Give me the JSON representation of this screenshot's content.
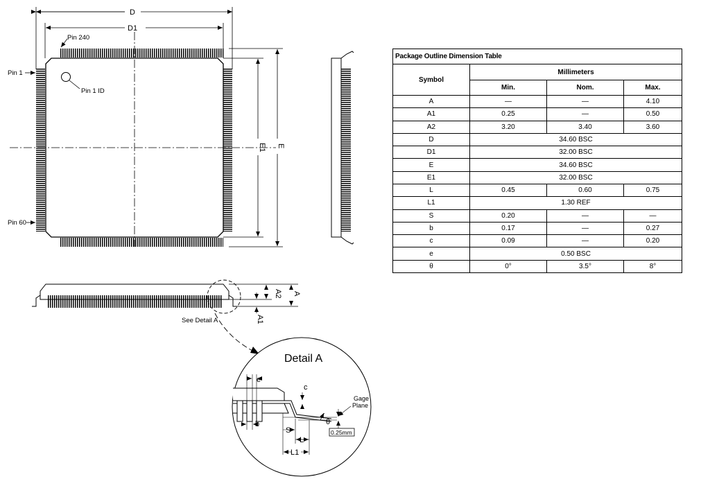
{
  "top_view": {
    "dim_D": "D",
    "dim_D1": "D1",
    "dim_E": "E",
    "dim_E1": "E1",
    "pin1": "Pin 1",
    "pin240": "Pin 240",
    "pin60": "Pin 60",
    "pin1_id": "Pin 1 ID"
  },
  "side_view": {
    "dim_A": "A",
    "dim_A2": "A2",
    "dim_A1": "A1",
    "see_detail": "See Detail A"
  },
  "detail": {
    "title": "Detail A",
    "e": "e",
    "c": "c",
    "b": "b",
    "s": "S",
    "l": "L",
    "l1": "L1",
    "theta": "θ",
    "gage_line1": "Gage",
    "gage_line2": "Plane",
    "gage_dim": "0.25mm"
  },
  "table": {
    "title": "Package Outline Dimension Table",
    "symbol_header": "Symbol",
    "unit_header": "Millimeters",
    "min_header": "Min.",
    "nom_header": "Nom.",
    "max_header": "Max.",
    "rows": [
      {
        "sym": "A",
        "min": "—",
        "nom": "—",
        "max": "4.10"
      },
      {
        "sym": "A1",
        "min": "0.25",
        "nom": "—",
        "max": "0.50"
      },
      {
        "sym": "A2",
        "min": "3.20",
        "nom": "3.40",
        "max": "3.60"
      },
      {
        "sym": "D",
        "span": "34.60 BSC"
      },
      {
        "sym": "D1",
        "span": "32.00 BSC"
      },
      {
        "sym": "E",
        "span": "34.60 BSC"
      },
      {
        "sym": "E1",
        "span": "32.00 BSC"
      },
      {
        "sym": "L",
        "min": "0.45",
        "nom": "0.60",
        "max": "0.75"
      },
      {
        "sym": "L1",
        "span": "1.30 REF"
      },
      {
        "sym": "S",
        "min": "0.20",
        "nom": "—",
        "max": "—"
      },
      {
        "sym": "b",
        "min": "0.17",
        "nom": "—",
        "max": "0.27"
      },
      {
        "sym": "c",
        "min": "0.09",
        "nom": "—",
        "max": "0.20"
      },
      {
        "sym": "e",
        "span": "0.50 BSC"
      },
      {
        "sym": "θ",
        "min": "0°",
        "nom": "3.5°",
        "max": "8°"
      }
    ]
  }
}
